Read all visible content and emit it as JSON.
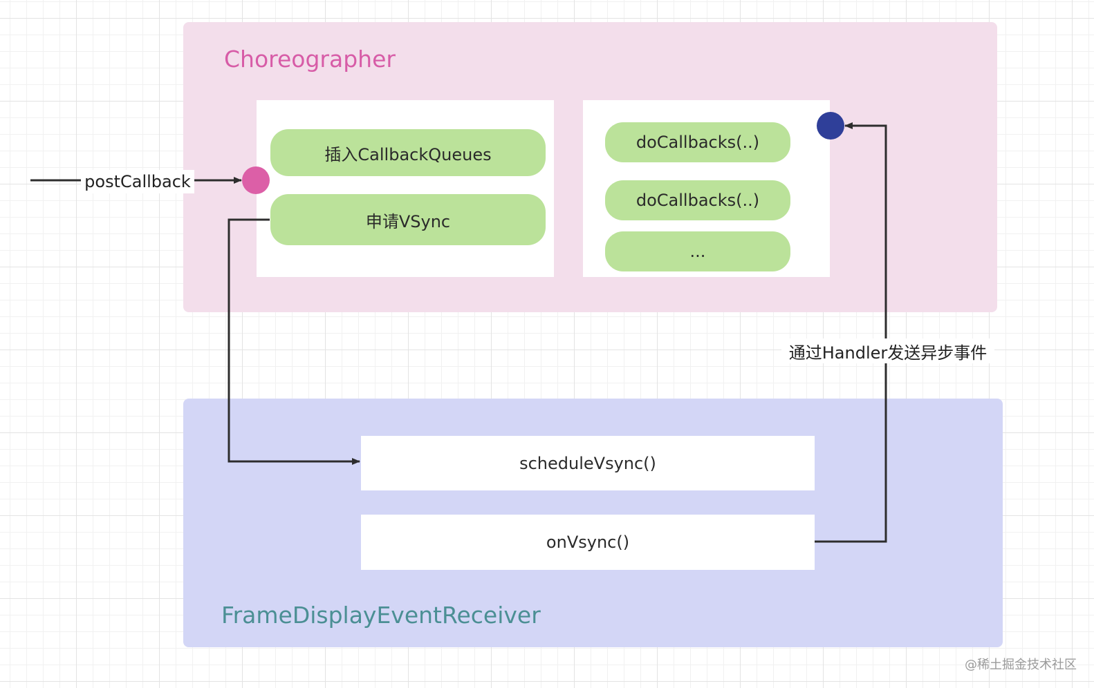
{
  "colors": {
    "choreographer_panel": "#f3deeb",
    "receiver_panel": "#d3d6f6",
    "pill": "#bbe29a",
    "choreographer_title": "#d75ca7",
    "receiver_title": "#4b8f94",
    "pink_dot": "#dc5fa7",
    "blue_dot": "#2f3f99",
    "arrow": "#2d2d2d"
  },
  "choreographer": {
    "title": "Choreographer",
    "left_box": {
      "items": [
        "插入CallbackQueues",
        "申请VSync"
      ]
    },
    "right_box": {
      "items": [
        "doCallbacks(..)",
        "doCallbacks(..)",
        "..."
      ]
    }
  },
  "receiver": {
    "title": "FrameDisplayEventReceiver",
    "items": [
      "scheduleVsync()",
      "onVsync()"
    ]
  },
  "edges": {
    "post_callback": "postCallback",
    "handler_async": "通过Handler发送异步事件"
  },
  "watermark": "@稀土掘金技术社区"
}
